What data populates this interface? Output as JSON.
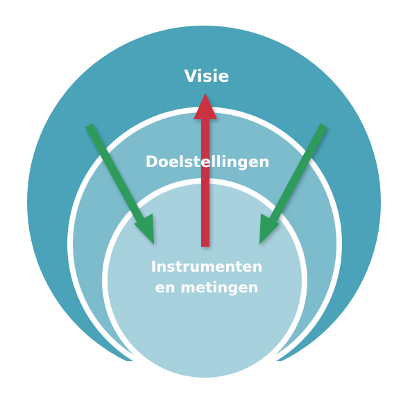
{
  "labels": {
    "outer": "Visie",
    "middle": "Doelstellingen",
    "inner_line1": "Instrumenten",
    "inner_line2": "en metingen"
  },
  "colors": {
    "outer_ring": "#4aa3b8",
    "middle_ring": "#7cbccd",
    "inner_circle": "#a8d1de",
    "separator": "#ffffff",
    "arrow_up": "#c9333f",
    "arrows_down": "#2e9a5c",
    "label_text": "#ffffff"
  },
  "icons": {
    "vision_arrow": "arrow-up-icon",
    "left_arrow": "arrow-down-right-icon",
    "right_arrow": "arrow-down-left-icon"
  }
}
